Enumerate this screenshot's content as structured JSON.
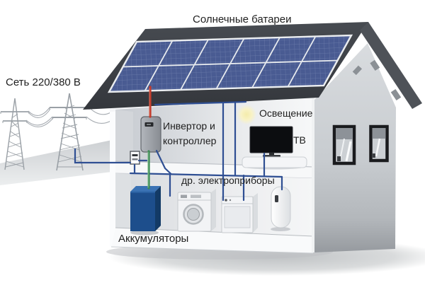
{
  "diagram": {
    "title": "Солнечные батареи",
    "labels": {
      "solar_panels": "Солнечные батареи",
      "grid": "Сеть 220/380 В",
      "inverter": "Инвертор и контроллер",
      "lighting": "Освещение",
      "tv": "ТВ",
      "other_appliances": "др. электроприборы",
      "batteries": "Аккумуляторы"
    },
    "components": [
      "power-grid-pylons",
      "solar-panel-array",
      "house",
      "inverter-controller",
      "battery-bank",
      "ceiling-light",
      "tv",
      "washing-machine",
      "dishwasher",
      "water-heater",
      "electric-meter"
    ],
    "colors": {
      "solar_panel": "#495b92",
      "roof": "#3f434a",
      "wall": "#ccd0d4",
      "battery": "#1d4e8c",
      "wire_ac": "#2f4f93",
      "wire_pv": "#c23b2b",
      "wire_battery": "#3a8a52",
      "label_text": "#1e1e1e"
    }
  }
}
